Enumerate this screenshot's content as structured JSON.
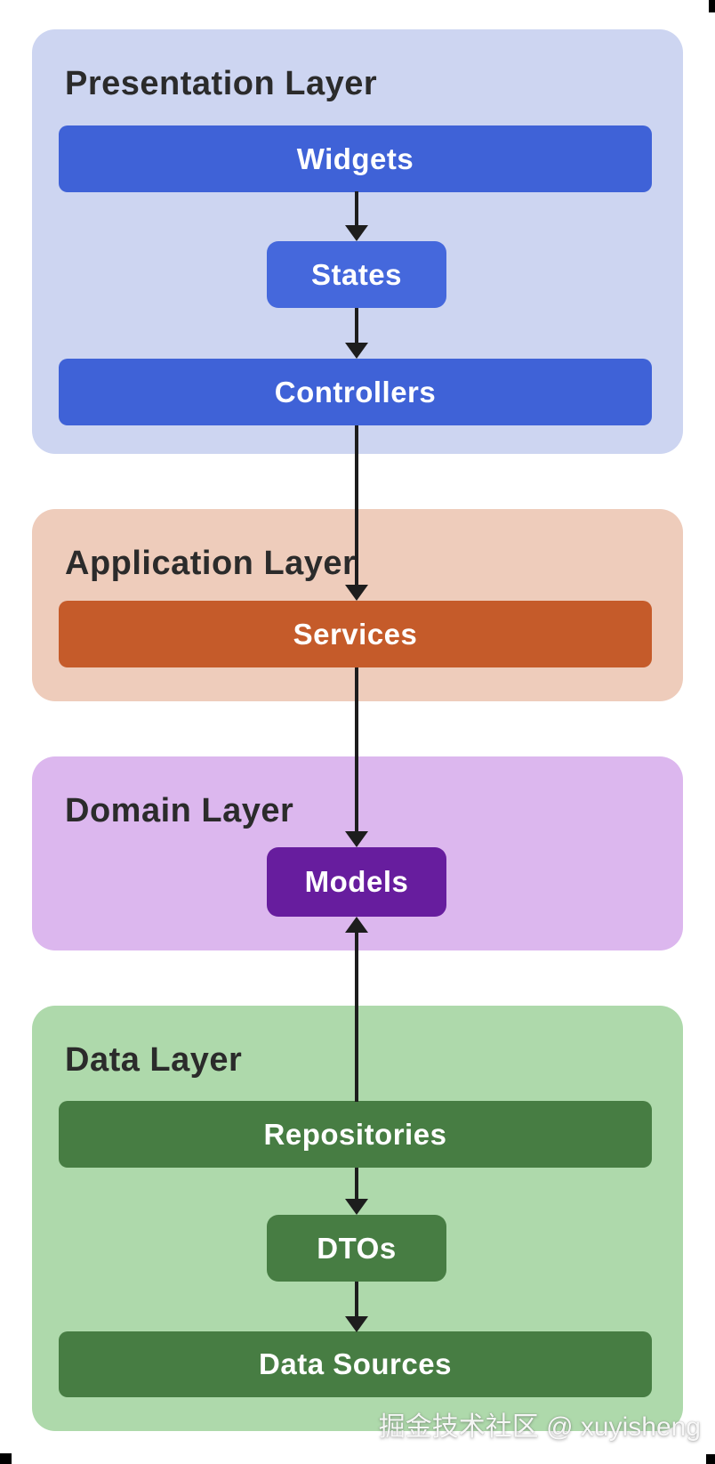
{
  "diagram": {
    "watermark": "掘金技术社区 @ xuyisheng",
    "title_color": "#2b2b2b",
    "arrow_color": "#1d1d1d",
    "layers": [
      {
        "title": "Presentation Layer",
        "panel_color": "#cdd5f1",
        "nodes": [
          {
            "label": "Widgets",
            "color": "#3f62d7",
            "size": "wide"
          },
          {
            "label": "States",
            "color": "#4568dc",
            "size": "small"
          },
          {
            "label": "Controllers",
            "color": "#3f62d7",
            "size": "wide"
          }
        ]
      },
      {
        "title": "Application Layer",
        "panel_color": "#eeccbb",
        "nodes": [
          {
            "label": "Services",
            "color": "#c55b2a",
            "size": "wide"
          }
        ]
      },
      {
        "title": "Domain Layer",
        "panel_color": "#dcb7ee",
        "nodes": [
          {
            "label": "Models",
            "color": "#671d9e",
            "size": "small"
          }
        ]
      },
      {
        "title": "Data Layer",
        "panel_color": "#aed9ab",
        "nodes": [
          {
            "label": "Repositories",
            "color": "#477d43",
            "size": "wide"
          },
          {
            "label": "DTOs",
            "color": "#477d43",
            "size": "small"
          },
          {
            "label": "Data Sources",
            "color": "#477d43",
            "size": "wide"
          }
        ]
      }
    ],
    "edges": [
      {
        "from": "Widgets",
        "to": "States",
        "direction": "down"
      },
      {
        "from": "States",
        "to": "Controllers",
        "direction": "down"
      },
      {
        "from": "Controllers",
        "to": "Services",
        "direction": "down"
      },
      {
        "from": "Services",
        "to": "Models",
        "direction": "down"
      },
      {
        "from": "Repositories",
        "to": "Models",
        "direction": "up"
      },
      {
        "from": "Repositories",
        "to": "DTOs",
        "direction": "down"
      },
      {
        "from": "DTOs",
        "to": "Data Sources",
        "direction": "down"
      }
    ]
  }
}
